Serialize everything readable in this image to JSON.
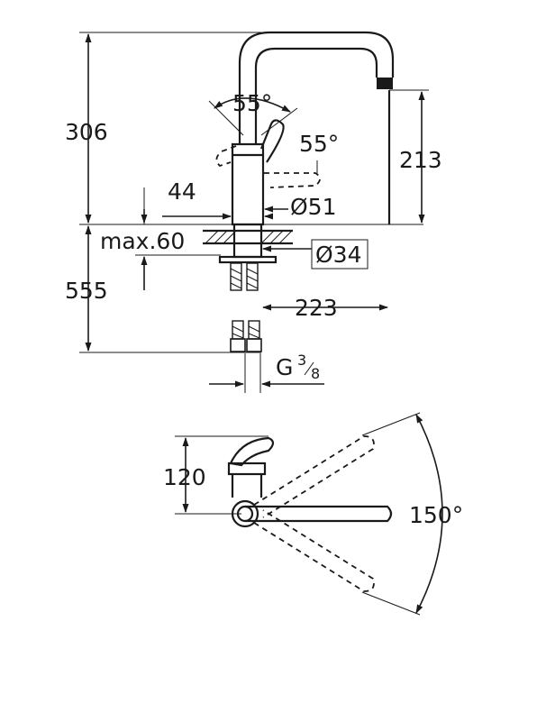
{
  "side_view": {
    "total_height_above_deck": "306",
    "spout_height": "213",
    "lever_angle_back": "55°",
    "lever_angle_front": "55°",
    "lever_offset": "44",
    "body_diameter": "Ø51",
    "deck_thickness": "max.60",
    "hole_diameter": "Ø34",
    "hose_length": "555",
    "spout_reach": "223",
    "thread_prefix": "G",
    "thread_num": "3",
    "thread_den": "8"
  },
  "top_view": {
    "lever_offset": "120",
    "swivel_angle": "150°"
  }
}
